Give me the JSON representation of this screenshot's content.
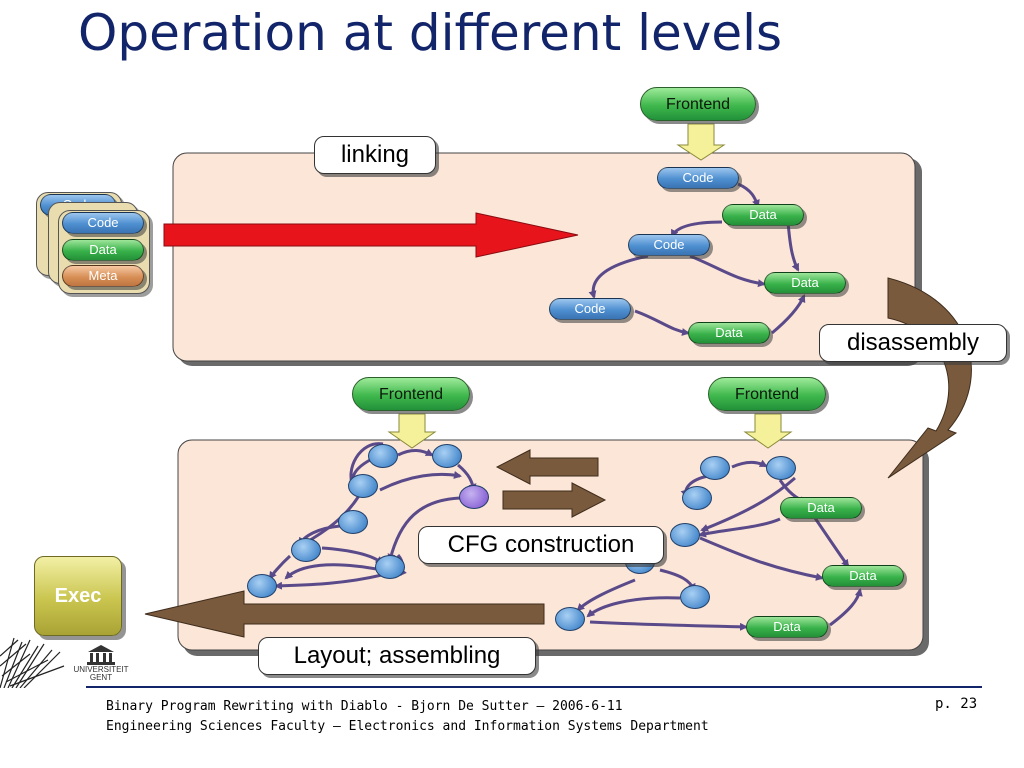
{
  "slide": {
    "title": "Operation at different levels",
    "page_number": "p. 23"
  },
  "footer": {
    "line1": "Binary Program Rewriting with Diablo - Bjorn De Sutter – 2006-6-11",
    "line2": "Engineering Sciences Faculty – Electronics and Information Systems Department"
  },
  "logo": {
    "name": "UNIVERSITEIT GENT",
    "line1": "UNIVERSITEIT",
    "line2": "GENT"
  },
  "labels": {
    "linking": "linking",
    "disassembly": "disassembly",
    "cfg_construction": "CFG construction",
    "layout": "Layout; assembling",
    "exec": "Exec"
  },
  "frontends": {
    "top": "Frontend",
    "bottom_left": "Frontend",
    "bottom_right": "Frontend"
  },
  "object_files": {
    "back_label": "Code",
    "code": "Code",
    "data": "Data",
    "meta": "Meta"
  },
  "linked_graph": {
    "code1": "Code",
    "data1": "Data",
    "code2": "Code",
    "data2": "Data",
    "code3": "Code",
    "data3": "Data"
  },
  "cfg_right": {
    "data1": "Data",
    "data2": "Data",
    "data3": "Data"
  },
  "colors": {
    "title": "#12246a",
    "panel_fill": "#fbe6d8",
    "link_arrow": "#e8141c",
    "brown_arrow": "#7a5a3d",
    "edge": "#5a4a8a",
    "frontend_arrow": "#f4f19a"
  }
}
